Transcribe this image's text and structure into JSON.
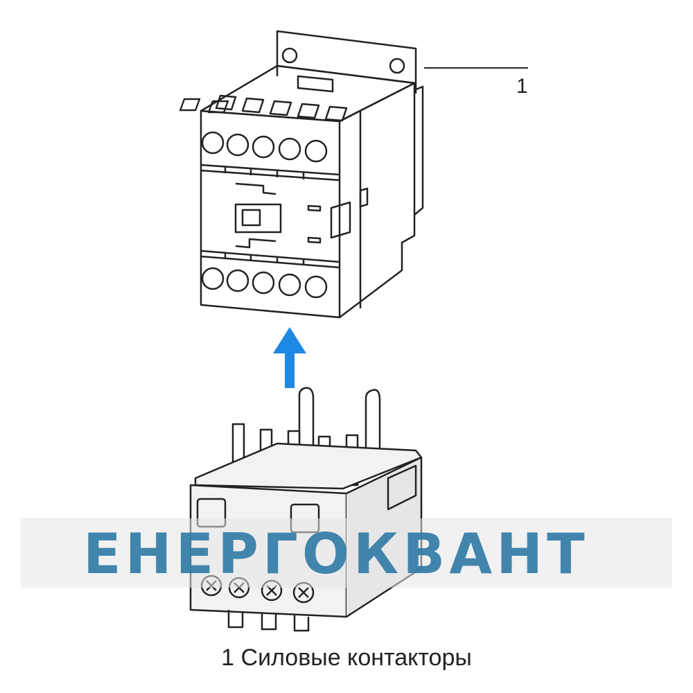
{
  "callout": {
    "number": "1"
  },
  "watermark": {
    "text": "ЕНЕРГОКВАНТ"
  },
  "caption": {
    "text": "1 Силовые контакторы"
  },
  "colors": {
    "arrow": "#1e88e5",
    "line": "#222222",
    "watermark": "#2f7aa6"
  }
}
